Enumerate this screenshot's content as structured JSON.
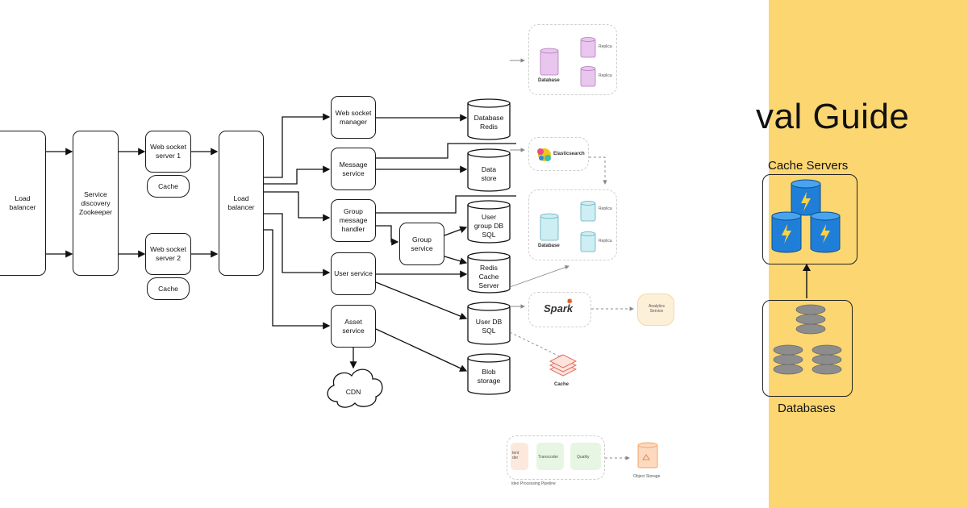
{
  "architecture": {
    "load_balancer_1": "Load\nbalancer",
    "service_discovery": "Service\ndiscovery\nZookeeper",
    "ws_server_1": "Web socket\nserver 1",
    "ws_server_2": "Web socket\nserver 2",
    "cache_1": "Cache",
    "cache_2": "Cache",
    "load_balancer_2": "Load\nbalancer",
    "ws_manager": "Web socket\nmanager",
    "message_service": "Message\nservice",
    "group_message_handler": "Group\nmessage\nhandler",
    "group_service": "Group\nservice",
    "user_service": "User service",
    "asset_service": "Asset service",
    "cdn": "CDN",
    "db_redis": "Database\nRedis",
    "data_store": "Data\nstore",
    "user_group_db": "User\ngroup DB\nSQL",
    "redis_cache_server": "Redis\nCache\nServer",
    "user_db": "User DB\nSQL",
    "blob_storage": "Blob\nstorage"
  },
  "middle_panel": {
    "database_1": "Database",
    "replica_1a": "Replica",
    "replica_1b": "Replica",
    "elasticsearch": "Elasticsearch",
    "database_2": "Database",
    "replica_2a": "Replica",
    "replica_2b": "Replica",
    "spark": "Spark",
    "analytics_service": "Analytics\nService",
    "cache": "Cache",
    "pipeline_stage_1": "tent\nder",
    "transcoder": "Transcoder",
    "quality": "Quality",
    "pipeline_caption": "ideo Processing Pipeline",
    "object_storage": "Object Storage"
  },
  "right_panel": {
    "title": "val Guide",
    "cache_servers": "Cache Servers",
    "databases": "Databases",
    "background": "#fbd671"
  },
  "colors": {
    "db_purple": "#e9c6ee",
    "db_teal": "#cdeef3",
    "elastic_yellow": "#f0c419",
    "cache_red": "#e05a4a",
    "storage_orange": "#f4a261",
    "server_blue": "#1f7fd8",
    "db_gray": "#8d8d8d"
  }
}
